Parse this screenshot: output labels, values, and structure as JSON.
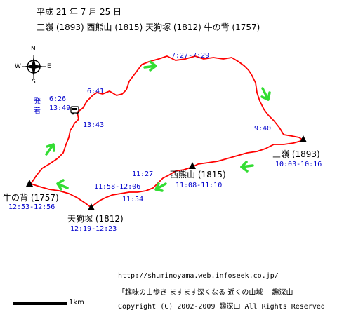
{
  "header": {
    "date": "平成 21 年 7 月 25 日",
    "peaks_line": "三嶺 (1893)  西熊山 (1815)  天狗塚 (1812)  牛の背 (1757)"
  },
  "compass": {
    "n": "N",
    "s": "S",
    "e": "E",
    "w": "W"
  },
  "start": {
    "depart_label": "発",
    "depart_time": "6:26",
    "arrive_label": "着",
    "arrive_time": "13:49"
  },
  "times": {
    "t1": "6:41",
    "t2": "7:27-7:29",
    "t3": "9:40",
    "t4": "13:43",
    "t5": "11:27",
    "t6": "11:58-12:06",
    "t7": "11:54"
  },
  "peaks": {
    "sanrei": {
      "name": "三嶺 (1893)",
      "time": "10:03-10:16"
    },
    "nishikuma": {
      "name": "西熊山 (1815)",
      "time": "11:08-11:10"
    },
    "tengu": {
      "name": "天狗塚 (1812)",
      "time": "12:19-12:23"
    },
    "ushinose": {
      "name": "牛の背 (1757)",
      "time": "12:53-12:56"
    }
  },
  "footer": {
    "url": "http://shuminoyama.web.infoseek.co.jp/",
    "slogan": "「趣味の山歩き ますます深くなる  近くの山域」  趣深山",
    "copyright": "Copyright (C) 2002-2009 趣深山 All Rights Reserved"
  },
  "scale": {
    "label": "1km"
  },
  "colors": {
    "route": "#ff0000",
    "arrow": "#33dd33",
    "time": "#0000cc"
  }
}
